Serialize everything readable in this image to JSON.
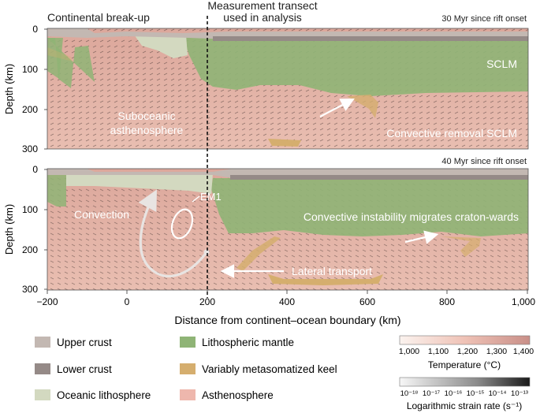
{
  "panel1": {
    "title": "Continental break-up",
    "time_label": "30 Myr since rift onset",
    "label_sclm": "SCLM",
    "label_asthen_1": "Suboceanic",
    "label_asthen_2": "asthenosphere",
    "label_removal": "Convective removal SCLM",
    "y_ticks": [
      "0",
      "100",
      "200",
      "300"
    ]
  },
  "panel2": {
    "time_label": "40 Myr since rift onset",
    "label_convection": "Convection",
    "label_em1": "EM1",
    "label_instability": "Convective instability migrates craton-wards",
    "label_lateral": "Lateral transport",
    "y_ticks": [
      "0",
      "100",
      "200",
      "300"
    ]
  },
  "transect_label_1": "Measurement transect",
  "transect_label_2": "used in analysis",
  "y_axis_label": "Depth (km)",
  "x_axis_label": "Distance from continent–ocean boundary (km)",
  "x_ticks": [
    "−200",
    "0",
    "200",
    "400",
    "600",
    "800",
    "1,000"
  ],
  "legend": {
    "items": [
      {
        "label": "Upper crust",
        "color": "#c3b8b2"
      },
      {
        "label": "Lower crust",
        "color": "#958a87"
      },
      {
        "label": "Oceanic lithosphere",
        "color": "#d3d9c0"
      },
      {
        "label": "Lithospheric mantle",
        "color": "#8fb476"
      },
      {
        "label": "Variably metasomatized keel",
        "color": "#d5ae6e"
      },
      {
        "label": "Asthenosphere",
        "color": "#eeb7ad"
      }
    ],
    "temperature_ticks": [
      "1,000",
      "1,100",
      "1,200",
      "1,300",
      "1,400"
    ],
    "temperature_label": "Temperature (°C)",
    "strain_ticks": [
      "10⁻¹⁸",
      "10⁻¹⁷",
      "10⁻¹⁶",
      "10⁻¹⁵",
      "10⁻¹⁴",
      "10⁻¹³"
    ],
    "strain_label": "Logarithmic strain rate (s⁻¹)"
  }
}
